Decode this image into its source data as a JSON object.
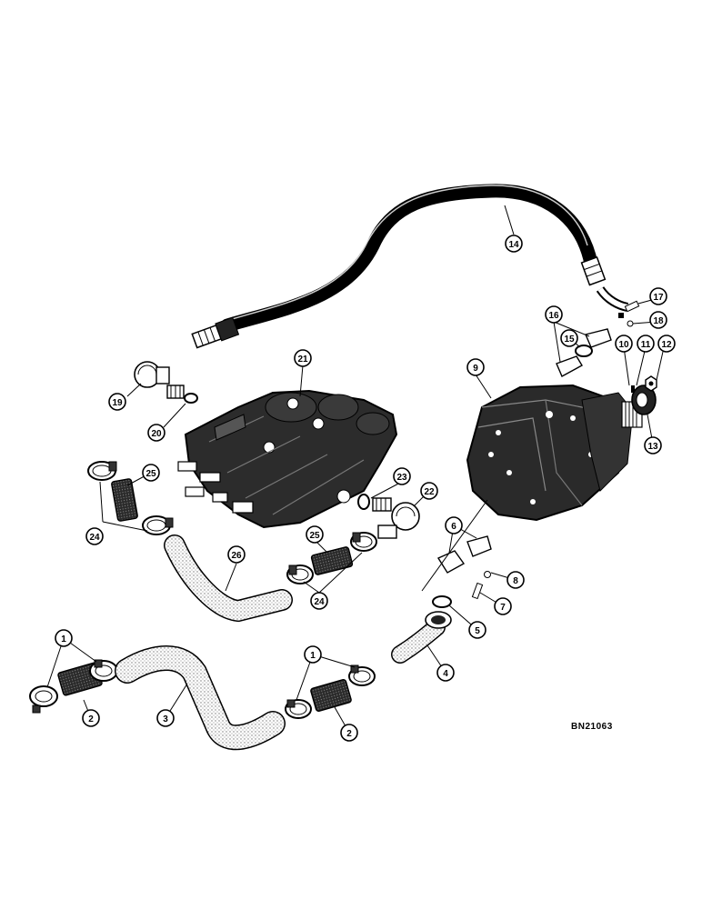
{
  "figure_code": "BN21063",
  "callouts": {
    "c1a": "1",
    "c1b": "1",
    "c2a": "2",
    "c2b": "2",
    "c3": "3",
    "c4": "4",
    "c5": "5",
    "c6": "6",
    "c7": "7",
    "c8": "8",
    "c9": "9",
    "c10": "10",
    "c11": "11",
    "c12": "12",
    "c13": "13",
    "c14": "14",
    "c15": "15",
    "c16": "16",
    "c17": "17",
    "c18": "18",
    "c19": "19",
    "c20": "20",
    "c21": "21",
    "c22": "22",
    "c23": "23",
    "c24a": "24",
    "c24b": "24",
    "c25a": "25",
    "c25b": "25",
    "c26": "26"
  }
}
